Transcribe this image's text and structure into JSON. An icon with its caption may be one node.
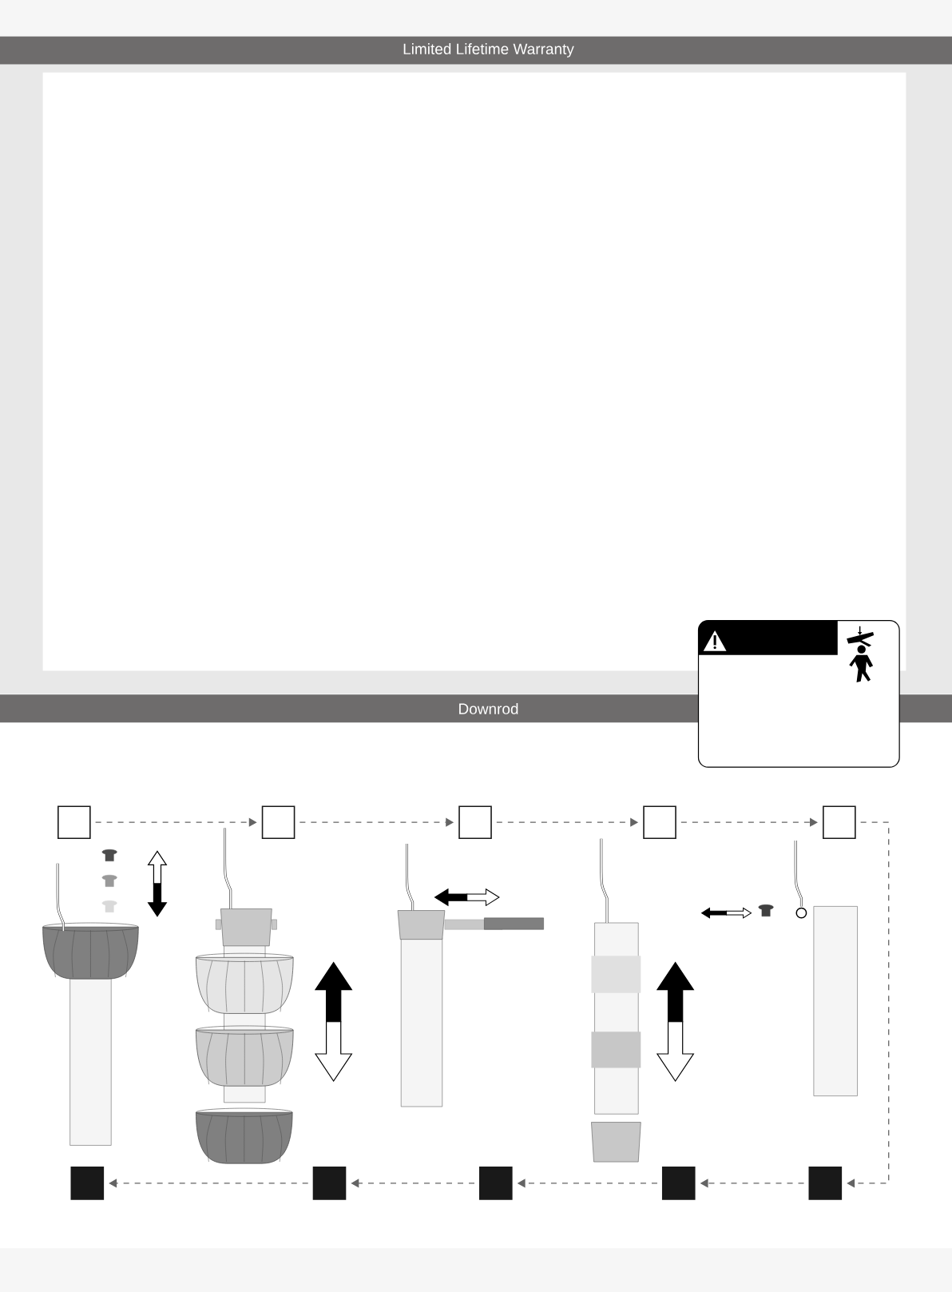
{
  "diagram": {
    "nodes": [
      {
        "text": [
          "Limited Lifetime Warranty"
        ]
      },
      {
        "text": [
          "Downrod"
        ]
      },
      {
        "text": [],
        "shape": "box"
      },
      {
        "text": [],
        "shape": "box"
      },
      {
        "text": [],
        "shape": "box"
      },
      {
        "text": [],
        "shape": "box"
      },
      {
        "text": [],
        "shape": "box"
      },
      {
        "text": [],
        "shape": "box"
      },
      {
        "text": [],
        "shape": "box"
      },
      {
        "text": [],
        "shape": "box"
      },
      {
        "text": [],
        "shape": "box"
      },
      {
        "text": [],
        "shape": "box"
      }
    ],
    "edges": [
      {
        "from": 2,
        "to": 3,
        "arrow": "to",
        "style": "dashed"
      },
      {
        "from": 3,
        "to": 4,
        "arrow": "to",
        "style": "dashed"
      },
      {
        "from": 4,
        "to": 5,
        "arrow": "to",
        "style": "dashed"
      },
      {
        "from": 5,
        "to": 6,
        "arrow": "to",
        "style": "dashed"
      },
      {
        "from": 6,
        "to": 11,
        "arrow": "to",
        "style": "dashed"
      },
      {
        "from": 11,
        "to": 10,
        "arrow": "to",
        "style": "dashed"
      },
      {
        "from": 10,
        "to": 9,
        "arrow": "to",
        "style": "dashed"
      },
      {
        "from": 9,
        "to": 8,
        "arrow": "to",
        "style": "dashed"
      },
      {
        "from": 8,
        "to": 7,
        "arrow": "to",
        "style": "dashed"
      }
    ]
  }
}
